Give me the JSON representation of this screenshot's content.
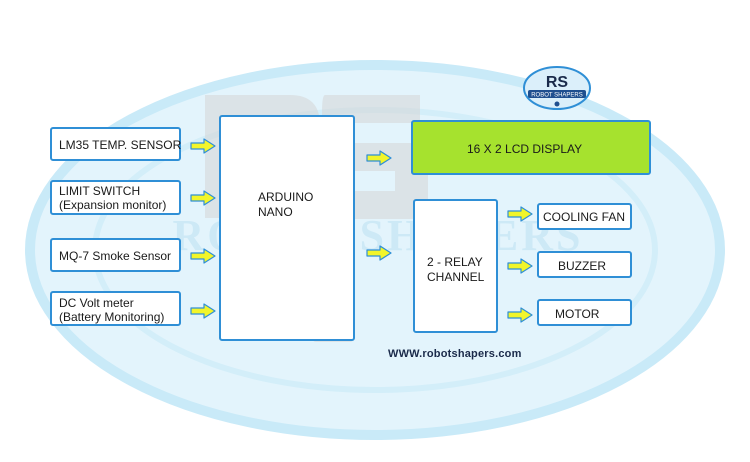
{
  "watermark": {
    "brand_text": "ROBOT SHAPERS",
    "monogram": "RS"
  },
  "logo": {
    "monogram": "RS",
    "banner_text": "ROBOT SHAPERS"
  },
  "inputs": [
    {
      "lines": [
        "LM35 TEMP. SENSOR"
      ]
    },
    {
      "lines": [
        "LIMIT SWITCH",
        "(Expansion monitor)"
      ]
    },
    {
      "lines": [
        "MQ-7 Smoke Sensor"
      ]
    },
    {
      "lines": [
        "DC Volt meter",
        "(Battery Monitoring)"
      ]
    }
  ],
  "controller": {
    "lines": [
      "ARDUINO",
      "NANO"
    ]
  },
  "lcd": {
    "label": "16 X 2 LCD DISPLAY"
  },
  "relay": {
    "lines": [
      "2 - RELAY",
      "CHANNEL"
    ]
  },
  "outputs": [
    {
      "label": "COOLING FAN"
    },
    {
      "label": "BUZZER"
    },
    {
      "label": "MOTOR"
    }
  ],
  "website": "WWW.robotshapers.com",
  "colors": {
    "box_border": "#2f8fd6",
    "lcd_fill": "#a6e22e",
    "arrow_fill": "#f2f52a",
    "arrow_stroke": "#2f8fd6",
    "watermark": "#dff2fb"
  }
}
